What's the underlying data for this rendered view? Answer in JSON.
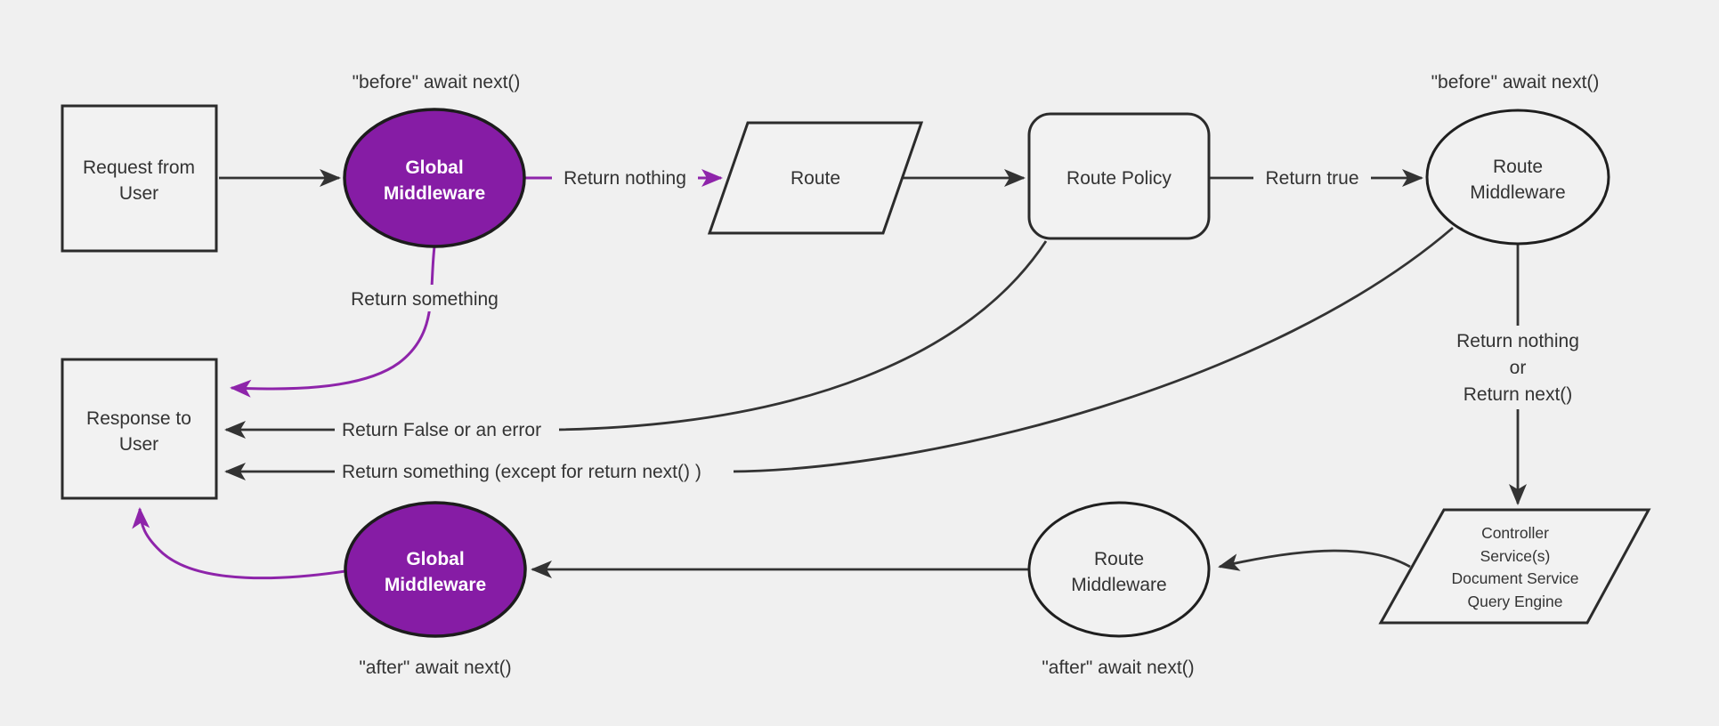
{
  "diagram": {
    "background": "#f0f0f0",
    "colors": {
      "purple_fill": "#861ca5",
      "purple_accent": "#8e24aa",
      "node_fill": "#f2f2f2",
      "line": "#333333",
      "text": "#333333"
    },
    "nodes": {
      "request": {
        "lines": [
          "Request from",
          "User"
        ]
      },
      "global_middleware_top": {
        "lines": [
          "Global",
          "Middleware"
        ]
      },
      "route": {
        "label": "Route"
      },
      "route_policy": {
        "label": "Route Policy"
      },
      "route_middleware_top": {
        "lines": [
          "Route",
          "Middleware"
        ]
      },
      "controller": {
        "lines": [
          "Controller",
          "Service(s)",
          "Document Service",
          "Query Engine"
        ]
      },
      "route_middleware_bottom": {
        "lines": [
          "Route",
          "Middleware"
        ]
      },
      "global_middleware_bottom": {
        "lines": [
          "Global",
          "Middleware"
        ]
      },
      "response": {
        "lines": [
          "Response to",
          "User"
        ]
      }
    },
    "labels": {
      "before_global": "\"before\" await next()",
      "before_route_middleware": "\"before\" await next()",
      "return_nothing": "Return nothing",
      "return_true": "Return true",
      "return_nothing_or": {
        "line1": "Return nothing",
        "line2": "or",
        "line3": "Return next()"
      },
      "return_false": "Return False or an error",
      "return_something_except": "Return something (except for return next() )",
      "return_something": "Return something",
      "after_global": "\"after\" await next()",
      "after_route_middleware": "\"after\" await next()"
    }
  }
}
